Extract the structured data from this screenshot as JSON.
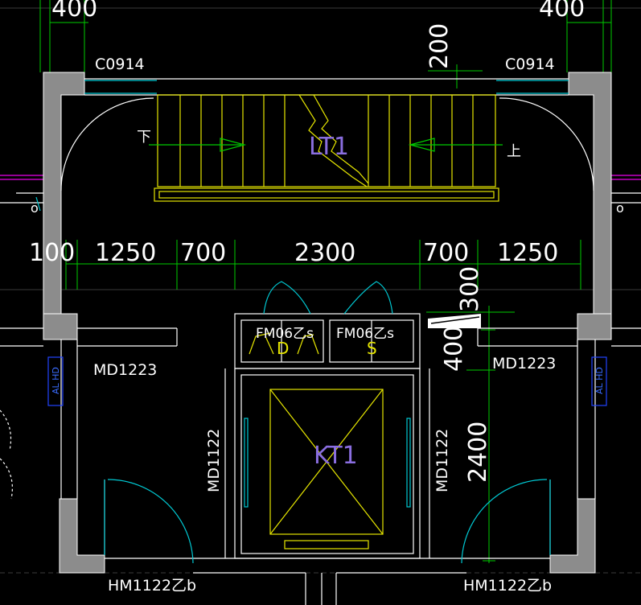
{
  "colors": {
    "background": "#000000",
    "wall": "#8c8c8c",
    "outline": "#ffffff",
    "dimension": "#00cc00",
    "stair": "#e6e600",
    "door_swing": "#00c8d2",
    "accent_magenta": "#c400c4",
    "tag_blue": "#2244ff",
    "label_violet": "#8a6ee0"
  },
  "labels": {
    "window_left": "C0914",
    "window_right": "C0914",
    "door_md1223_left": "MD1223",
    "door_md1223_right": "MD1223",
    "door_md1122_left": "MD1122",
    "door_md1122_right": "MD1122",
    "door_hm_left": "HM1122乙b",
    "door_hm_right": "HM1122乙b",
    "fm_left": "FM06乙s",
    "fm_right": "FM06乙s",
    "shaft_d": "D",
    "shaft_s": "S",
    "stair_down": "下",
    "stair_up": "上",
    "stair_tag": "LT1",
    "elevator_tag": "KT1",
    "side_tag_left": "AL HD",
    "side_tag_right": "AL HD",
    "side_mark_left": "o",
    "side_mark_right": "o"
  },
  "dimensions": {
    "top_left": "400",
    "top_right": "400",
    "top_center": "200",
    "row": [
      "100",
      "1250",
      "700",
      "2300",
      "700",
      "1250"
    ],
    "right_300": "300",
    "right_400": "400",
    "right_2400": "2400"
  }
}
